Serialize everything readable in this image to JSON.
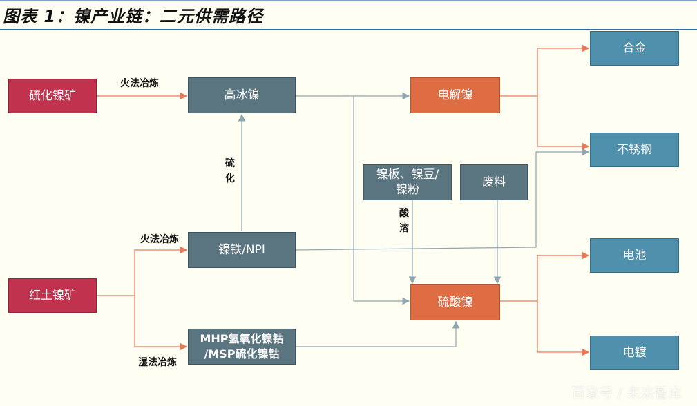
{
  "title": "图表 1：镍产业链：二元供需路径",
  "nodes": {
    "sulfide_ore": "硫化镍矿",
    "laterite_ore": "红土镍矿",
    "high_matte": "高冰镍",
    "npi": "镍铁/NPI",
    "mhp": "MHP氢氧化镍钴\n/MSP硫化镍钴",
    "electrolytic": "电解镍",
    "plate": "镍板、镍豆/\n镍粉",
    "scrap": "废料",
    "sulfate": "硫酸镍",
    "alloy": "合金",
    "stainless": "不锈钢",
    "battery": "电池",
    "plating": "电镀"
  },
  "edge_labels": {
    "fire1": "火法冶炼",
    "fire2": "火法冶炼",
    "wet": "湿法冶炼",
    "sulfurize": "硫化",
    "acid": "酸溶"
  },
  "watermark": "百家号 / 未来智库",
  "colors": {
    "ore": "#c0324d",
    "intermediate": "#5a7480",
    "refined": "#de6d43",
    "end": "#4f90ad",
    "arrow": "#e87a5a"
  }
}
